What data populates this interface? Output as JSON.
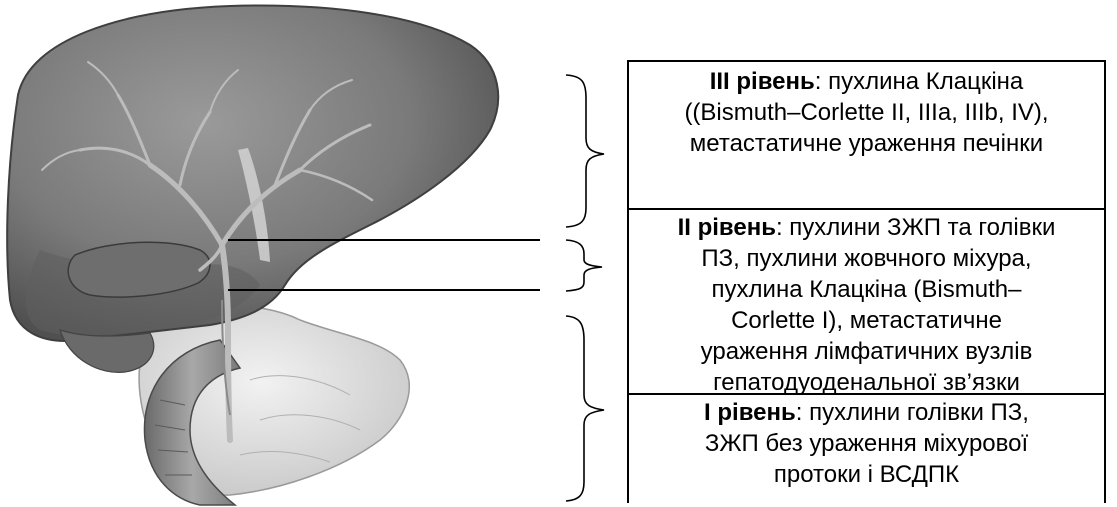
{
  "levels": [
    {
      "id": "level-3",
      "title": "III рівень",
      "lines": [
        ": пухлина Клацкіна",
        "((Bismuth–Corlette II, IIIa, IIIb, IV),",
        "метастатичне ураження печінки"
      ]
    },
    {
      "id": "level-2",
      "title": "II рівень",
      "lines": [
        ": пухлини ЗЖП та голівки",
        "ПЗ, пухлини жовчного міхура,",
        "пухлина Клацкіна (Bismuth–",
        "Corlette I), метастатичне",
        "ураження лімфатичних вузлів",
        "гепатодуоденальної зв’язки"
      ]
    },
    {
      "id": "level-1",
      "title": "I рівень",
      "lines": [
        ": пухлини голівки ПЗ,",
        "ЗЖП без ураження міхурової",
        "протоки і ВСДПК"
      ]
    }
  ],
  "colors": {
    "line": "#000000",
    "liver": "#7a7a7a",
    "liver_dark": "#555555",
    "gallbladder": "#6e6e6e",
    "duodenum": "#9a9a9a",
    "pancreas": "#dcdcdc",
    "ducts": "#b8b8b8"
  }
}
